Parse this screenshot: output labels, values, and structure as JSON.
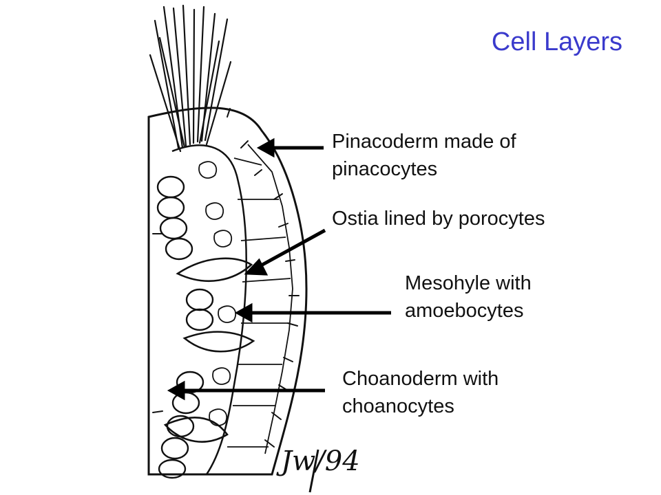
{
  "title": "Cell Layers",
  "labels": {
    "pinacoderm_line1": "Pinacoderm made of",
    "pinacoderm_line2": "pinacocytes",
    "ostia": "Ostia lined by porocytes",
    "mesohyle_line1": "Mesohyle with",
    "mesohyle_line2": "amoebocytes",
    "choanoderm_line1": "Choanoderm with",
    "choanoderm_line2": "choanocytes"
  },
  "signature": "Jw/94",
  "colors": {
    "title": "#3a3acc",
    "ink": "#111111",
    "background": "#ffffff"
  }
}
